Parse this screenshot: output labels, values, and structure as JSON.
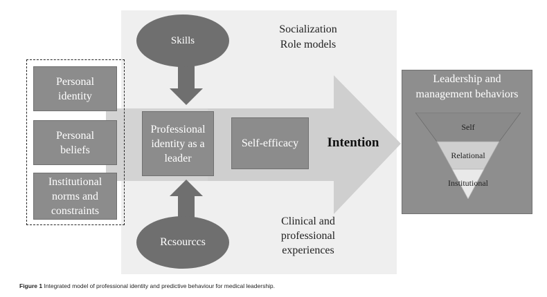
{
  "social": {
    "line1": "Socialization",
    "line2": "Role models"
  },
  "clinical": {
    "line1": "Clinical and",
    "line2": "professional",
    "line3": "experiences"
  },
  "left_boxes": [
    {
      "line1": "Personal",
      "line2": "identity"
    },
    {
      "line1": "Personal",
      "line2": "beliefs"
    },
    {
      "line1": "Institutional",
      "line2": "norms and",
      "line3": "constraints"
    }
  ],
  "skills": "Skills",
  "resources": "Rcsourccs",
  "professional_identity": {
    "line1": "Professional",
    "line2": "identity as a",
    "line3": "leader"
  },
  "self_efficacy": "Self-efficacy",
  "intention": "Intention",
  "leadership": {
    "title_line1": "Leadership and",
    "title_line2": "management behaviors",
    "levels": [
      "Self",
      "Relational",
      "Institutional"
    ]
  },
  "caption": {
    "label": "Figure 1",
    "text": "Integrated model of professional identity and predictive behaviour for medical leadership."
  },
  "colors": {
    "panel": "#efefef",
    "band": "#d3d3d3",
    "box": "#8c8c8c",
    "ellipse": "#6f6f6f",
    "arrow": "#cfcfcf"
  }
}
